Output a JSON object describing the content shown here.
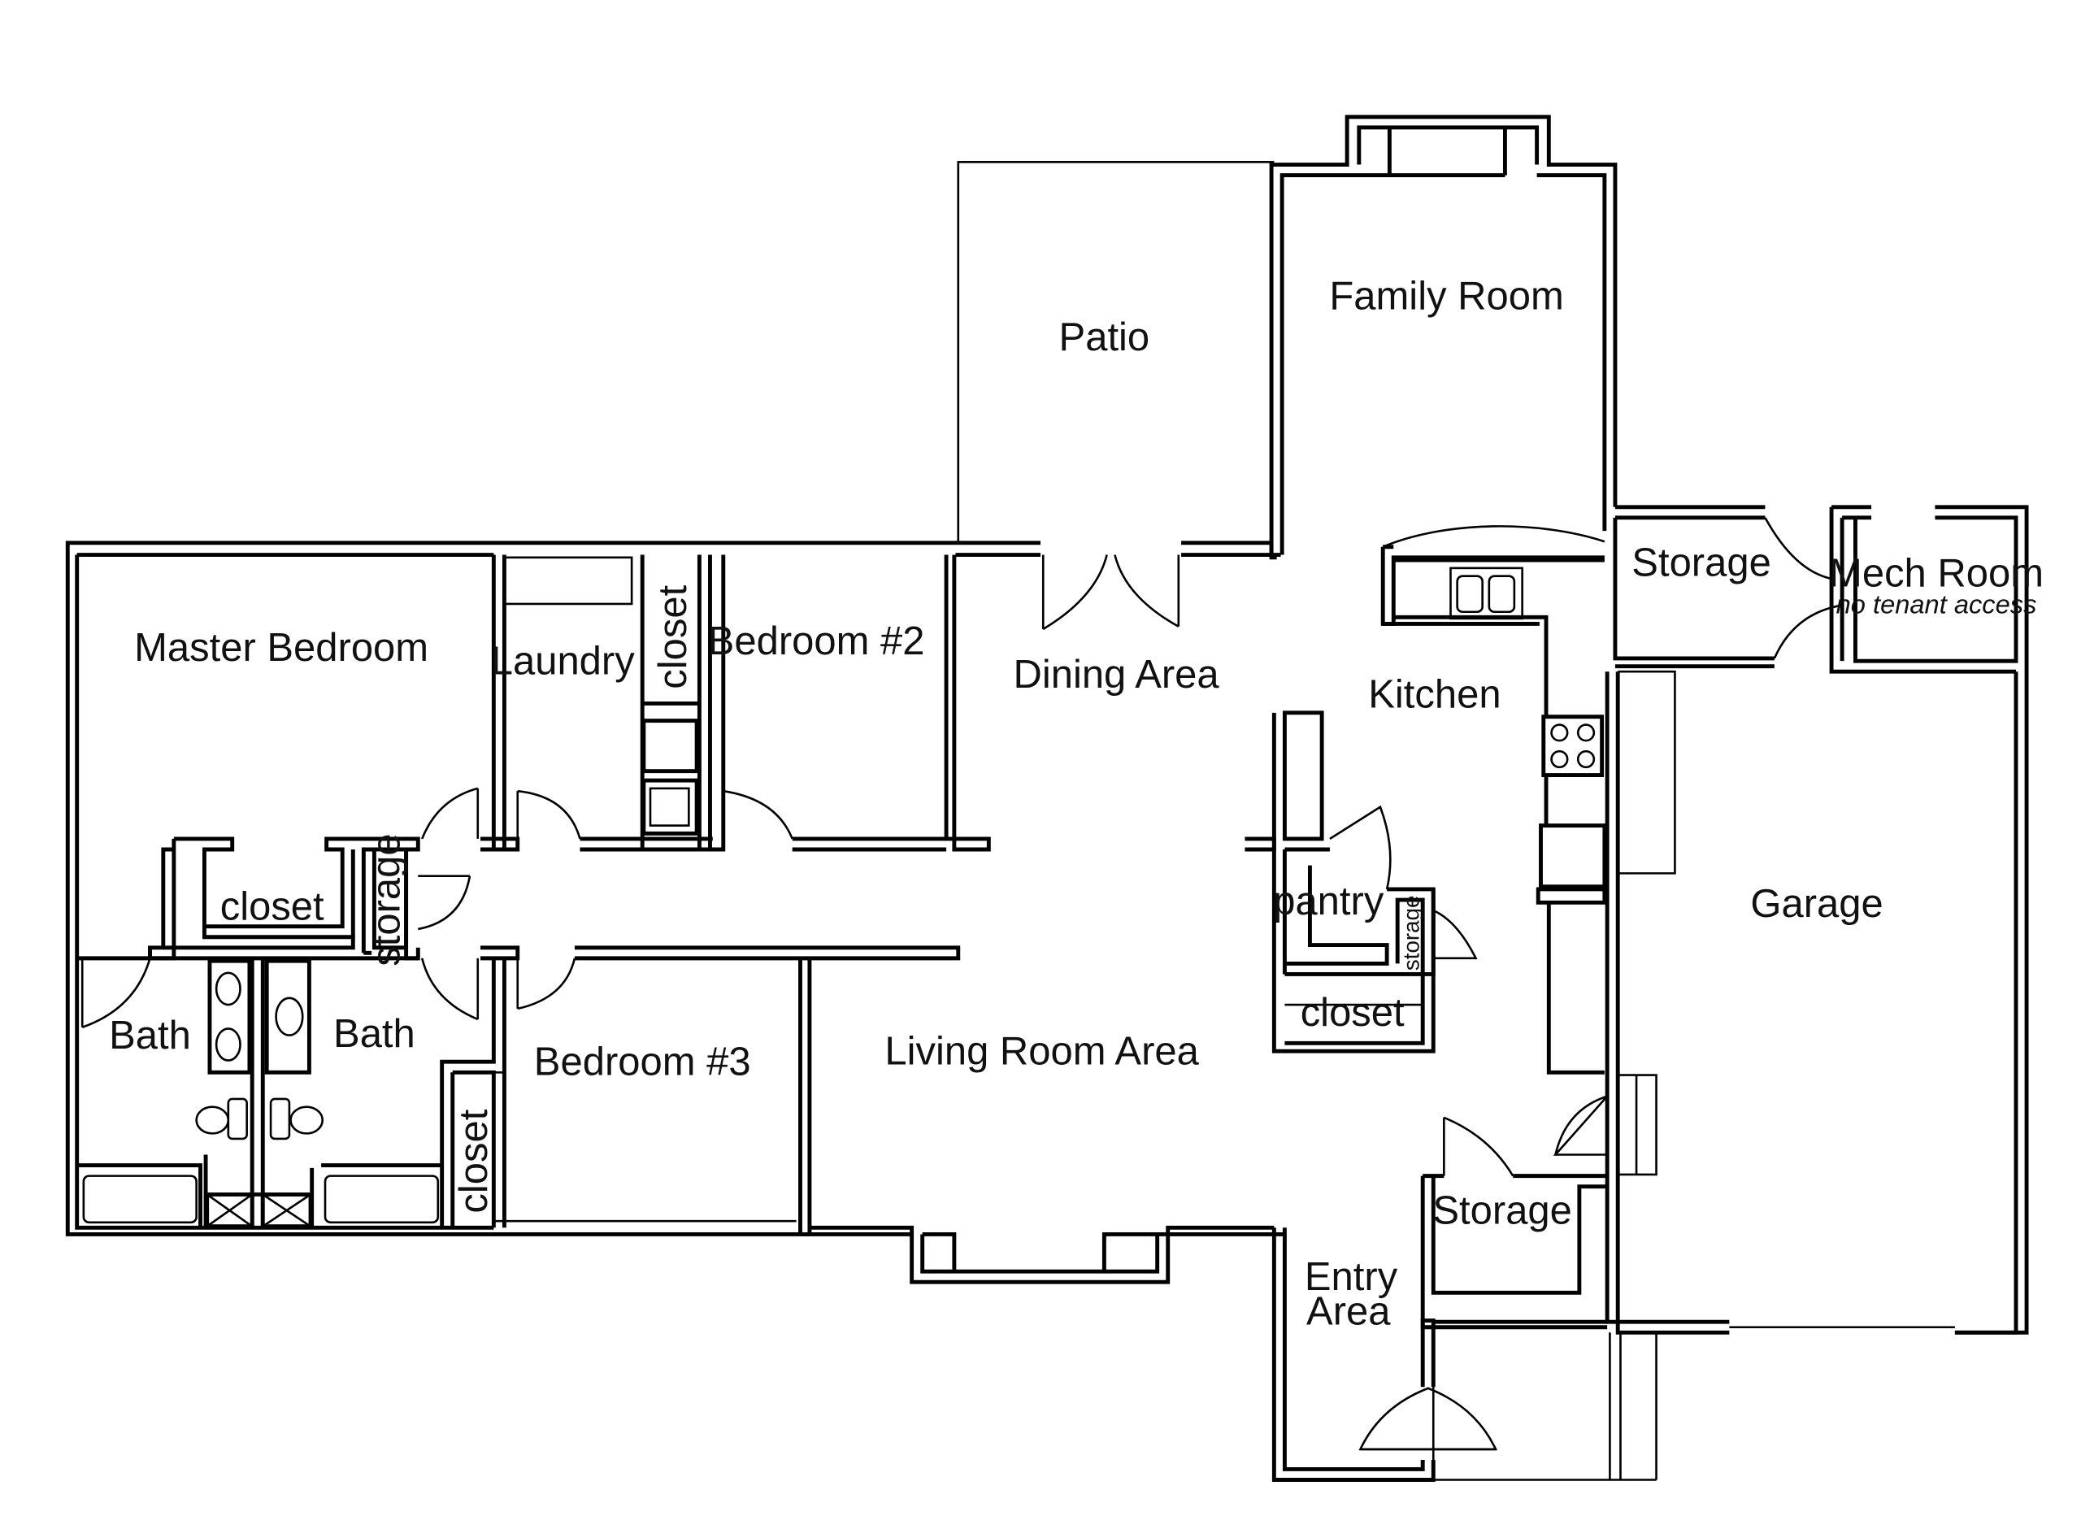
{
  "rooms": {
    "patio": "Patio",
    "family_room": "Family Room",
    "storage_top": "Storage",
    "mech_room": "Mech Room",
    "mech_note": "no tenant access",
    "master_bedroom": "Master Bedroom",
    "laundry": "Laundry",
    "closet_laundry": "closet",
    "bedroom_2": "Bedroom #2",
    "dining_area": "Dining Area",
    "kitchen": "Kitchen",
    "garage": "Garage",
    "closet_master": "closet",
    "storage_hall": "storage",
    "pantry": "pantry",
    "storage_pantry": "storage",
    "bath_left": "Bath",
    "bath_right": "Bath",
    "bedroom_3": "Bedroom #3",
    "living_room_area": "Living Room Area",
    "closet_kitchen": "closet",
    "closet_bedroom3": "closet",
    "storage_entry": "Storage",
    "entry_area_line1": "Entry",
    "entry_area_line2": "Area"
  }
}
